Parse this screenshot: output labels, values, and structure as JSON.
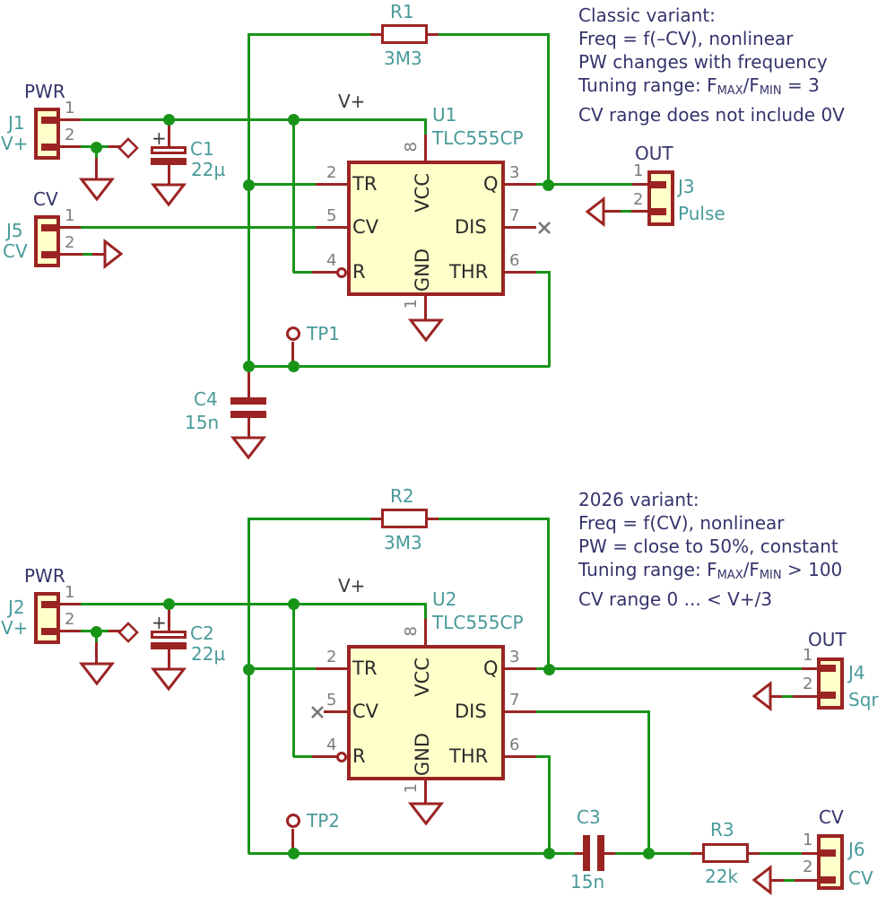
{
  "colors": {
    "wire_green": "#189418",
    "component_red": "#9b2423",
    "body_yellow": "#ffffc9",
    "reference_teal": "#4a9a9a",
    "label_navy": "#34346c",
    "pin_number_gray": "#7c7c7c",
    "pin_name_dark": "#2b2b2b"
  },
  "annotations": {
    "classic": {
      "l1": "Classic variant:",
      "l2": "Freq = f(–CV), nonlinear",
      "l3": "PW changes with frequency",
      "l4a": "Tuning range: F",
      "l4b": "MAX",
      "l4c": "/F",
      "l4d": "MIN",
      "l4e": " = 3",
      "l5": "CV range does not include 0V"
    },
    "v2026": {
      "l1": "2026 variant:",
      "l2": "Freq = f(CV), nonlinear",
      "l3": "PW = close to 50%, constant",
      "l4a": "Tuning range: F",
      "l4b": "MAX",
      "l4c": "/F",
      "l4d": "MIN",
      "l4e": " > 100",
      "l5": "CV range 0 ... < V+/3"
    }
  },
  "circuit1": {
    "vplus_net": "V+",
    "j1": {
      "label": "PWR",
      "ref": "J1",
      "value": "V+",
      "p1": "1",
      "p2": "2"
    },
    "j5": {
      "label": "CV",
      "ref": "J5",
      "value": "CV",
      "p1": "1",
      "p2": "2"
    },
    "j3": {
      "label": "OUT",
      "ref": "J3",
      "value": "Pulse",
      "p1": "1",
      "p2": "2"
    },
    "u1": {
      "ref": "U1",
      "value": "TLC555CP",
      "pin_tr": {
        "num": "2",
        "name": "TR"
      },
      "pin_cv": {
        "num": "5",
        "name": "CV"
      },
      "pin_r": {
        "num": "4",
        "name": "R"
      },
      "pin_q": {
        "num": "3",
        "name": "Q"
      },
      "pin_dis": {
        "num": "7",
        "name": "DIS"
      },
      "pin_thr": {
        "num": "6",
        "name": "THR"
      },
      "pin_vcc": {
        "num": "8",
        "name": "VCC"
      },
      "pin_gnd": {
        "num": "1",
        "name": "GND"
      }
    },
    "r1": {
      "ref": "R1",
      "value": "3M3"
    },
    "c1": {
      "ref": "C1",
      "value": "22µ",
      "polarity": "+"
    },
    "c4": {
      "ref": "C4",
      "value": "15n"
    },
    "tp1": {
      "ref": "TP1"
    }
  },
  "circuit2": {
    "vplus_net": "V+",
    "j2": {
      "label": "PWR",
      "ref": "J2",
      "value": "V+",
      "p1": "1",
      "p2": "2"
    },
    "j4": {
      "label": "OUT",
      "ref": "J4",
      "value": "Sqr",
      "p1": "1",
      "p2": "2"
    },
    "j6": {
      "label": "CV",
      "ref": "J6",
      "value": "CV",
      "p1": "1",
      "p2": "2"
    },
    "u2": {
      "ref": "U2",
      "value": "TLC555CP",
      "pin_tr": {
        "num": "2",
        "name": "TR"
      },
      "pin_cv": {
        "num": "5",
        "name": "CV"
      },
      "pin_r": {
        "num": "4",
        "name": "R"
      },
      "pin_q": {
        "num": "3",
        "name": "Q"
      },
      "pin_dis": {
        "num": "7",
        "name": "DIS"
      },
      "pin_thr": {
        "num": "6",
        "name": "THR"
      },
      "pin_vcc": {
        "num": "8",
        "name": "VCC"
      },
      "pin_gnd": {
        "num": "1",
        "name": "GND"
      }
    },
    "r2": {
      "ref": "R2",
      "value": "3M3"
    },
    "r3": {
      "ref": "R3",
      "value": "22k"
    },
    "c2": {
      "ref": "C2",
      "value": "22µ",
      "polarity": "+"
    },
    "c3": {
      "ref": "C3",
      "value": "15n"
    },
    "tp2": {
      "ref": "TP2"
    }
  }
}
